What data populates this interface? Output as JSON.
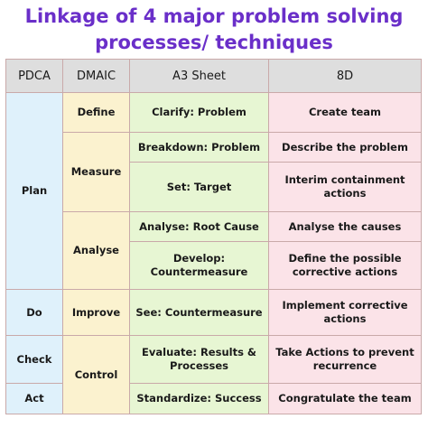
{
  "title": {
    "line1": "Linkage of 4 major problem solving",
    "line2": "processes/ techniques"
  },
  "headers": {
    "pdca": "PDCA",
    "dmaic": "DMAIC",
    "a3": "A3 Sheet",
    "eightd": "8D"
  },
  "pdca": {
    "plan": "Plan",
    "do": "Do",
    "check": "Check",
    "act": "Act"
  },
  "dmaic": {
    "define": "Define",
    "measure": "Measure",
    "analyse": "Analyse",
    "improve": "Improve",
    "control": "Control"
  },
  "rows": [
    {
      "a3": "Clarify: Problem",
      "eightd": "Create team"
    },
    {
      "a3": "Breakdown: Problem",
      "eightd": "Describe the problem"
    },
    {
      "a3": "Set: Target",
      "eightd": "Interim containment actions"
    },
    {
      "a3": "Analyse: Root Cause",
      "eightd": "Analyse the causes"
    },
    {
      "a3": "Develop: Countermeasure",
      "eightd": "Define the possible corrective actions"
    },
    {
      "a3": "See: Countermeasure",
      "eightd": "Implement corrective actions"
    },
    {
      "a3": "Evaluate: Results & Processes",
      "eightd": "Take Actions to prevent recurrence"
    },
    {
      "a3": "Standardize: Success",
      "eightd": "Congratulate the team"
    }
  ],
  "colors": {
    "title": "#6a2fc9",
    "header": "#dedede",
    "pdca": "#dff1fb",
    "dmaic": "#fbf2cf",
    "a3": "#e7f6d3",
    "eightd": "#fbe3e8",
    "border": "#c9a9a9"
  }
}
